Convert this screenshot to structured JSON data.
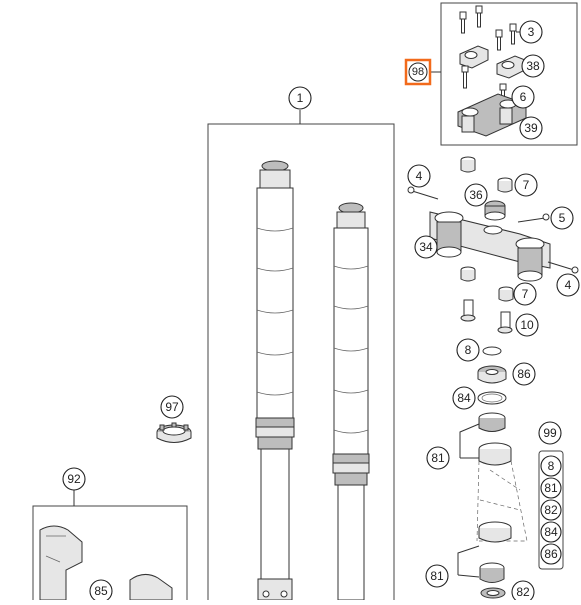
{
  "diagram": {
    "callouts": {
      "c1": "1",
      "c3": "3",
      "c38": "38",
      "c6": "6",
      "c39": "39",
      "c98": "98",
      "c4a": "4",
      "c36": "36",
      "c7a": "7",
      "c5": "5",
      "c34": "34",
      "c4b": "4",
      "c7b": "7",
      "c10": "10",
      "c8": "8",
      "c86": "86",
      "c84": "84",
      "c97": "97",
      "c99": "99",
      "c81a": "81",
      "c92": "92",
      "c85": "85",
      "c81b": "81",
      "c82b": "82"
    },
    "kit_list": [
      "8",
      "81",
      "82",
      "84",
      "86"
    ],
    "colors": {
      "highlight": "#f26a1b",
      "line": "#333333"
    }
  }
}
